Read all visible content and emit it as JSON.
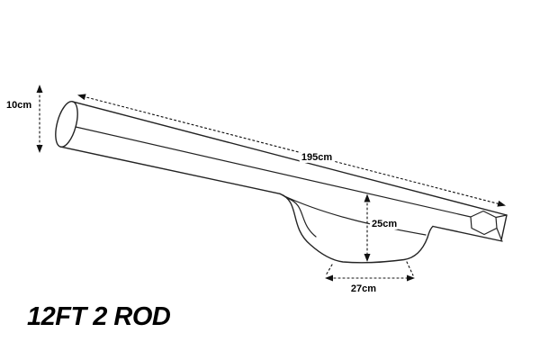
{
  "diagram": {
    "title": "12FT 2 ROD",
    "dimensions": {
      "end_height": "10cm",
      "length": "195cm",
      "pocket_depth": "25cm",
      "pocket_width": "27cm"
    },
    "colors": {
      "line": "#232323",
      "dimension_line": "#111111",
      "text": "#000000",
      "background": "#ffffff"
    }
  }
}
